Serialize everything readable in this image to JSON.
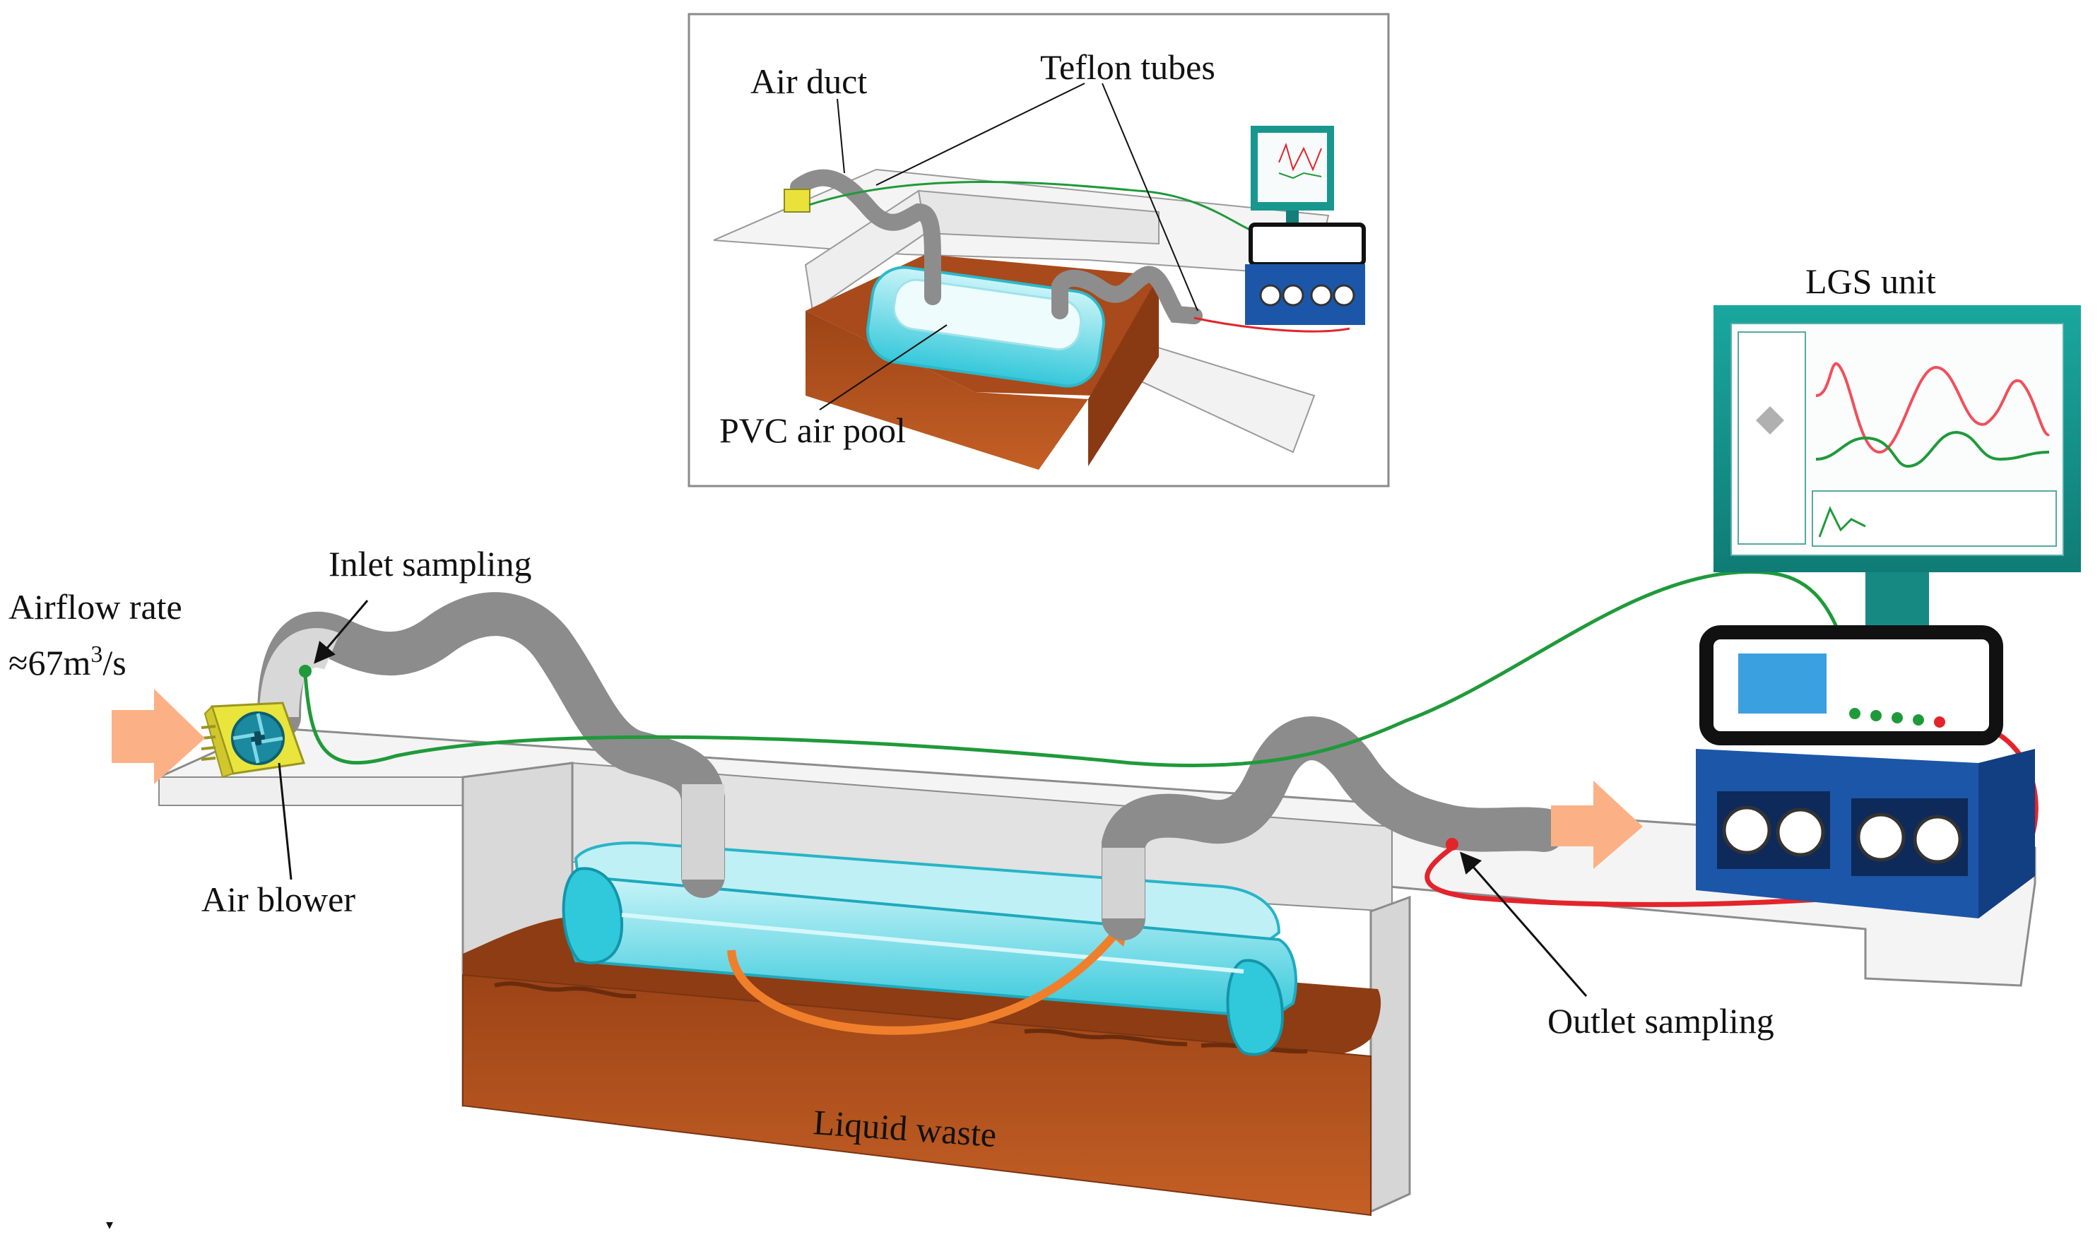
{
  "labels": {
    "airflow_rate_line1": "Airflow rate",
    "airflow_rate_line2": "≈67m",
    "airflow_rate_sup": "3",
    "airflow_rate_unit": "/s",
    "inlet_sampling": "Inlet sampling",
    "air_blower": "Air blower",
    "liquid_waste": "Liquid waste",
    "outlet_sampling": "Outlet sampling",
    "lgs_unit": "LGS unit"
  },
  "inset": {
    "air_duct": "Air duct",
    "teflon_tubes": "Teflon tubes",
    "pvc_air_pool": "PVC air pool"
  },
  "colors": {
    "duct_grey": "#8f8f8f",
    "duct_light": "#d4d4d4",
    "pool_cyan": "#3ed0e0",
    "pool_light": "#a9ecf3",
    "soil_brown": "#b3531f",
    "soil_dark": "#7a3412",
    "green_tube": "#1f9a3a",
    "red_tube": "#e3242b",
    "arrow_orange": "#fbb185",
    "curve_orange": "#f07f2c",
    "monitor_teal": "#17978f",
    "lgs_blue": "#1c56a8",
    "blower_yellow": "#e9e53c",
    "fan_teal": "#1b8aa0"
  }
}
